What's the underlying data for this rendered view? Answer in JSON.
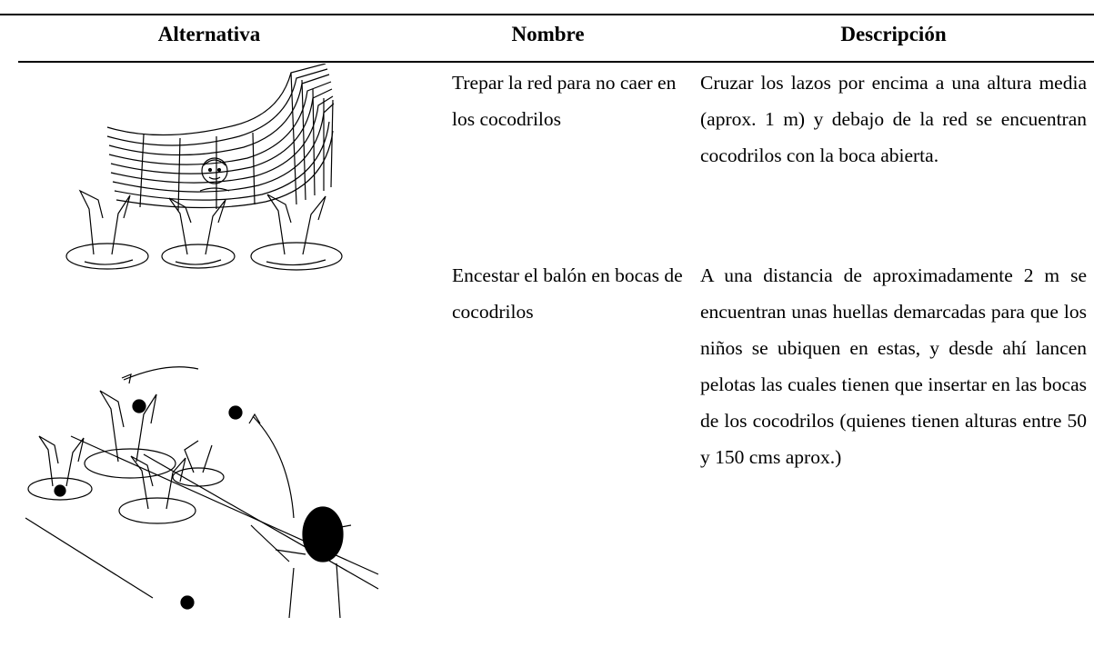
{
  "table": {
    "headers": {
      "alternativa": "Alternativa",
      "nombre": "Nombre",
      "descripcion": "Descripción"
    },
    "rows": [
      {
        "illustration": "net-over-crocodiles-illustration",
        "nombre": "Trepar la red para no caer en los cocodrilos",
        "descripcion": "Cruzar los lazos por encima a una altura media (aprox. 1 m) y debajo de la red se encuentran cocodrilos con la boca abierta."
      },
      {
        "illustration": "throw-ball-crocodiles-illustration",
        "nombre": "Encestar el balón en bocas de cocodrilos",
        "descripcion": "A una distancia de aproximadamente 2 m se encuentran unas huellas demarcadas para que los niños se ubiquen en estas, y desde ahí lancen pelotas las cuales tienen que insertar en las bocas de los cocodrilos (quienes tienen alturas entre 50 y 150 cms aprox.)"
      }
    ]
  }
}
